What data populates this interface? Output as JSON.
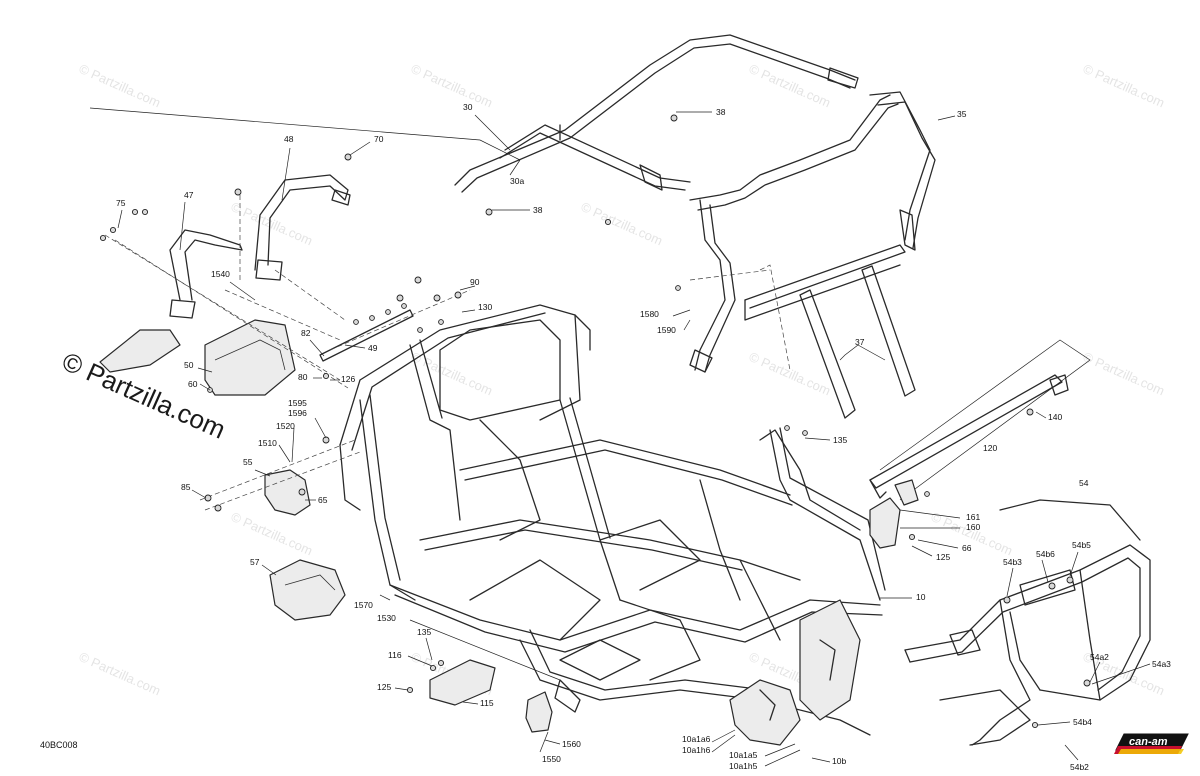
{
  "diagram_code": "40BC008",
  "brand_watermark": "© Partzilla.com",
  "faint_watermarks": [
    "© Partzilla.com",
    "© Partzilla.com",
    "© Partzilla.com",
    "© Partzilla.com",
    "© Partzilla.com",
    "© Partzilla.com",
    "© Partzilla.com",
    "© Partzilla.com",
    "© Partzilla.com",
    "© Partzilla.com",
    "© Partzilla.com",
    "© Partzilla.com",
    "© Partzilla.com",
    "© Partzilla.com",
    "© Partzilla.com"
  ],
  "logo_text": "can-am",
  "colors": {
    "logo_red": "#c8102e",
    "logo_yellow": "#f2c400",
    "line": "#2a2a2a"
  },
  "callouts": [
    "30",
    "30a",
    "38",
    "38",
    "35",
    "48",
    "70",
    "47",
    "75",
    "1540",
    "90",
    "130",
    "82",
    "49",
    "50",
    "60",
    "80",
    "126",
    "1595",
    "1596",
    "1520",
    "1510",
    "55",
    "85",
    "65",
    "57",
    "1580",
    "1590",
    "37",
    "140",
    "120",
    "135",
    "54",
    "161",
    "160",
    "66",
    "125",
    "54b3",
    "54b6",
    "54b5",
    "10",
    "1570",
    "1530",
    "135",
    "116",
    "125",
    "115",
    "54a2",
    "54a3",
    "1560",
    "1550",
    "10a1a6",
    "10a1h6",
    "10a1a5",
    "10a1h5",
    "10b",
    "54b4",
    "54b2"
  ]
}
